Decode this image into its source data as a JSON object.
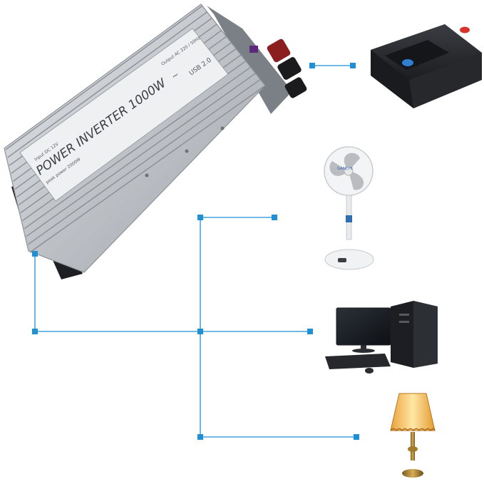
{
  "inverter": {
    "title": "POWER INVERTER 1000W",
    "input_label": "Input DC 12V",
    "output_label": "Output AC 220 / 50Hz",
    "usb_label": "USB 2.0",
    "peak_label": "peak power 2000W",
    "wave_symbol": "~"
  },
  "fan": {
    "brand": "GANCHI"
  },
  "colors": {
    "connector": "#1f8fd6",
    "inverter_body": "#c9ccd0",
    "inverter_dark": "#8e9399",
    "battery": "#2a2c30",
    "terminal_red": "#d8342b",
    "terminal_blue": "#2f7fd0"
  },
  "devices": [
    {
      "name": "battery",
      "icon": "battery-icon"
    },
    {
      "name": "fan",
      "icon": "fan-icon"
    },
    {
      "name": "computer",
      "icon": "computer-icon"
    },
    {
      "name": "lamp",
      "icon": "lamp-icon"
    }
  ]
}
